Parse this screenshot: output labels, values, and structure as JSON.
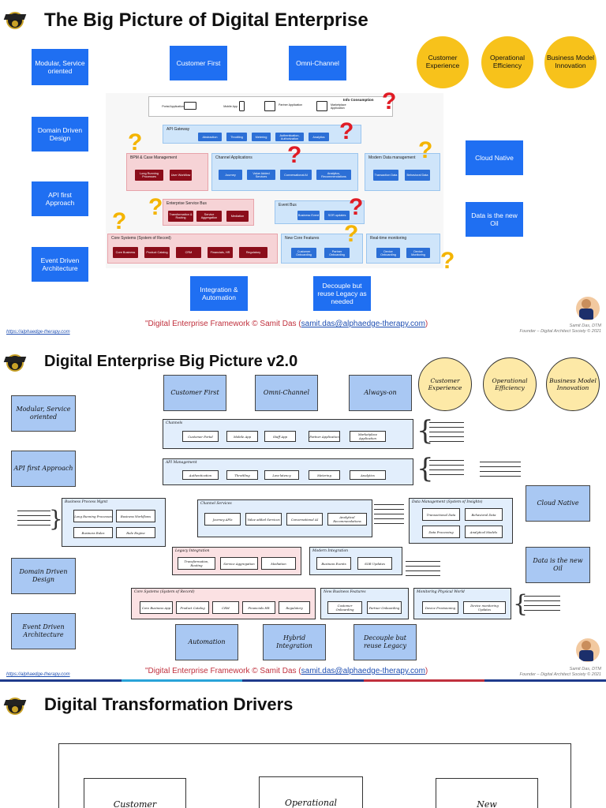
{
  "slide1": {
    "title": "The Big Picture of Digital Enterprise",
    "left_boxes": [
      "Modular, Service oriented",
      "Domain Driven Design",
      "API first Approach",
      "Event Driven Architecture"
    ],
    "top_boxes": [
      "Customer First",
      "Omni-Channel"
    ],
    "circles": [
      "Customer Experience",
      "Operational Efficiency",
      "Business Model Innovation"
    ],
    "right_boxes": [
      "Cloud Native",
      "Data is the new Oil"
    ],
    "bottom_boxes": [
      "Integration & Automation",
      "Decouple but reuse Legacy as needed"
    ],
    "channels_row": {
      "items": [
        "Portal Application",
        "Mobile App",
        "Partner Application",
        "Marketplace Application"
      ],
      "extra_label": "Info Consumption"
    },
    "api_gateway": {
      "label": "API Gateway",
      "chips": [
        "Abstraction",
        "Throttling",
        "Metering",
        "Authentication, Authorization",
        "Analytics"
      ]
    },
    "bpm": {
      "label": "BPM & Case Management",
      "chips": [
        "Long Running Processes",
        "User Workflow"
      ]
    },
    "channel_apps": {
      "label": "Channel Applications",
      "chips": [
        "Journey",
        "Value Added Services",
        "Conversational AI",
        "Analytics, Recommendations"
      ]
    },
    "modern_data": {
      "label": "Modern Data management",
      "chips": [
        "Transaction Data",
        "Behavioral Data"
      ]
    },
    "esb": {
      "label": "Enterprise Service Bus",
      "chips": [
        "Transformation & Routing",
        "Service Aggregation",
        "Mediation"
      ]
    },
    "event_bus": {
      "label": "Event Bus",
      "chips": [
        "Business Event",
        "SOR updates"
      ]
    },
    "core_systems": {
      "label": "Core Systems (System of Record)",
      "chips": [
        "Core Business",
        "Product Catalog",
        "CRM",
        "Financials, HR",
        "Regulatory"
      ]
    },
    "new_core": {
      "label": "New Core Features",
      "chips": [
        "Customer Onboarding",
        "Partner Onboarding"
      ]
    },
    "realtime": {
      "label": "Real-time monitoring",
      "chips": [
        "Device Onboarding",
        "Device Monitoring"
      ]
    },
    "copyright_text": "\"Digital Enterprise Framework © Samit Das (",
    "copyright_email": "samit.das@alphaedge-therapy.com",
    "copyright_close": ")",
    "footer_link": "https://alphaedge-therapy.com",
    "footer_name": "Samit Das, DTM",
    "footer_role": "Founder – Digital Architect Society © 2021"
  },
  "slide2": {
    "title": "Digital Enterprise Big Picture v2.0",
    "top_boxes": [
      "Customer First",
      "Omni-Channel",
      "Always-on"
    ],
    "circles": [
      "Customer Experience",
      "Operational Efficiency",
      "Business Model Innovation"
    ],
    "left_boxes": [
      "Modular, Service oriented",
      "API first Approach",
      "Domain Driven Design",
      "Event Driven Architecture"
    ],
    "right_boxes": [
      "Cloud Native",
      "Data is the new Oil"
    ],
    "bottom_boxes": [
      "Automation",
      "Hybrid Integration",
      "Decouple but reuse Legacy"
    ],
    "channels": {
      "label": "Channels",
      "chips": [
        "Customer Portal",
        "Mobile App",
        "Staff App",
        "Partner Application",
        "Marketplace Application"
      ]
    },
    "api_mgmt": {
      "label": "API Management",
      "chips": [
        "Authentication",
        "Throttling",
        "Low-latency",
        "Metering",
        "Analytics"
      ]
    },
    "bpm": {
      "label": "Business Process Mgmt",
      "chips": [
        "Long Running Processes",
        "Business Workflows",
        "Business Rules",
        "Rule Engine"
      ]
    },
    "channel_services": {
      "label": "Channel Services",
      "chips": [
        "Journey APIs",
        "Value added Services",
        "Conversational AI",
        "Analytical Recommendations"
      ]
    },
    "data_mgmt": {
      "label": "Data Management (System of Insights)",
      "chips": [
        "Transactional Data",
        "Behavioral Data",
        "Data Processing",
        "Analytical Models"
      ]
    },
    "legacy": {
      "label": "Legacy Integration",
      "chips": [
        "Transformation, Routing",
        "Service Aggregation",
        "Mediation"
      ]
    },
    "modern_int": {
      "label": "Modern Integration",
      "chips": [
        "Business Events",
        "SOR Updates"
      ]
    },
    "core": {
      "label": "Core Systems (System of Record)",
      "chips": [
        "Core Business App",
        "Product Catalog",
        "CRM",
        "Financials HR",
        "Regulatory"
      ]
    },
    "new_features": {
      "label": "New Business Features",
      "chips": [
        "Customer Onboarding",
        "Partner Onboarding"
      ]
    },
    "monitoring": {
      "label": "Monitoring Physical World",
      "chips": [
        "Device Provisioning",
        "Device monitoring Updates"
      ]
    },
    "copyright_text": "\"Digital Enterprise Framework © Samit Das (",
    "copyright_email": "samit.das@alphaedge-therapy.com",
    "copyright_close": ")",
    "footer_link": "https://alphaedge-therapy.com",
    "footer_name": "Samit Das, DTM",
    "footer_role": "Founder – Digital Architect Society © 2021"
  },
  "slide3": {
    "title": "Digital Transformation Drivers",
    "boxes": [
      "Customer",
      "Operational",
      "New"
    ]
  },
  "colors": {
    "blue_box": "#1f6ff2",
    "yellow_circle": "#f7c21b",
    "question_red": "#e01b24",
    "question_yellow": "#f4b400",
    "sketch_blue": "#a9c8f3",
    "sketch_yellow": "#fde9a7"
  }
}
